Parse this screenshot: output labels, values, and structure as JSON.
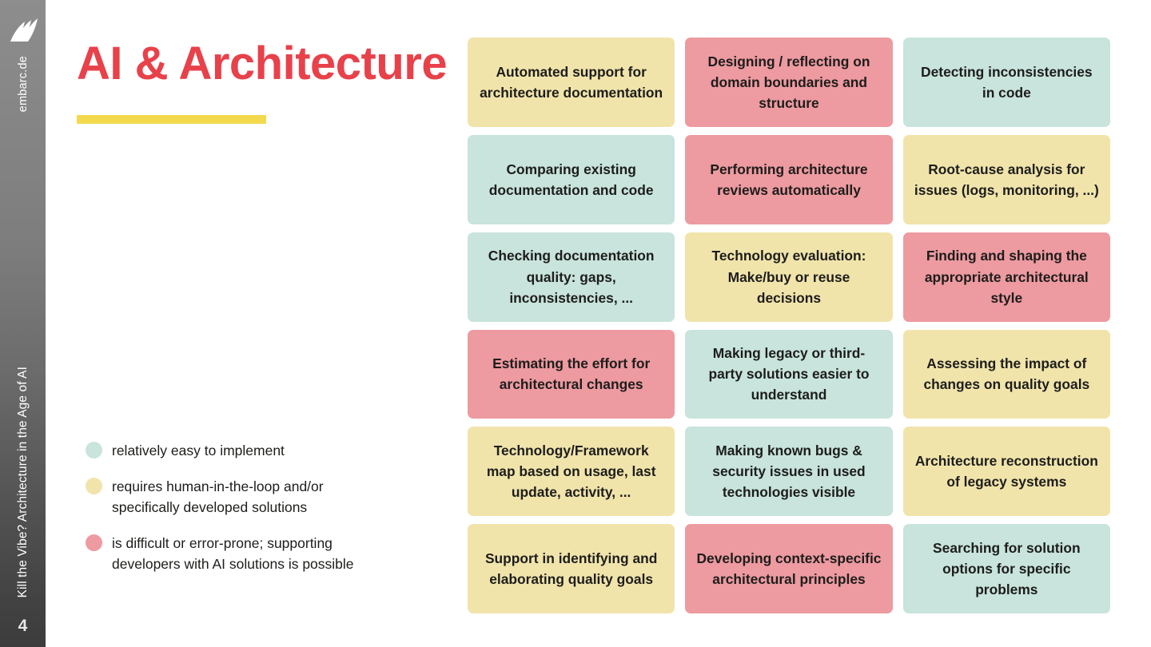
{
  "sidebar": {
    "logo_name": "embarc-sail-logo",
    "url": "embarc.de",
    "deck_subtitle": "Kill the Vibe? Architecture in the Age of AI",
    "page_number": "4",
    "gradient_top": "#8d8d8d",
    "gradient_bottom": "#3c3c3c"
  },
  "slide": {
    "title": "AI & Architecture",
    "title_color": "#e8414a",
    "rule_color": "#f2d94e"
  },
  "colors": {
    "easy": "#c8e4dc",
    "human_in_loop": "#f1e4ab",
    "difficult": "#ed9aa1"
  },
  "legend": {
    "items": [
      {
        "key": "easy",
        "color": "#c8e4dc",
        "label": "relatively easy to implement"
      },
      {
        "key": "human_in_loop",
        "color": "#f1e4ab",
        "label": "requires human-in-the-loop and/or specifically developed solutions"
      },
      {
        "key": "difficult",
        "color": "#ed9aa1",
        "label": "is difficult or error-prone; supporting developers with AI solutions is possible"
      }
    ]
  },
  "grid": {
    "columns": 3,
    "rows": 6,
    "cards": [
      {
        "text": "Automated support for architecture documentation",
        "category": "human_in_loop",
        "color": "#f1e4ab"
      },
      {
        "text": "Designing / reflecting on domain boundaries and structure",
        "category": "difficult",
        "color": "#ed9aa1"
      },
      {
        "text": "Detecting inconsistencies in code",
        "category": "easy",
        "color": "#c8e4dc"
      },
      {
        "text": "Comparing existing documentation and code",
        "category": "easy",
        "color": "#c8e4dc"
      },
      {
        "text": "Performing architecture reviews automatically",
        "category": "difficult",
        "color": "#ed9aa1"
      },
      {
        "text": "Root-cause analysis for issues (logs, monitoring, ...)",
        "category": "human_in_loop",
        "color": "#f1e4ab"
      },
      {
        "text": "Checking documentation quality: gaps, inconsistencies, ...",
        "category": "easy",
        "color": "#c8e4dc"
      },
      {
        "text": "Technology evaluation: Make/buy or reuse decisions",
        "category": "human_in_loop",
        "color": "#f1e4ab"
      },
      {
        "text": "Finding and shaping the appropriate architectural style",
        "category": "difficult",
        "color": "#ed9aa1"
      },
      {
        "text": "Estimating the effort for architectural changes",
        "category": "difficult",
        "color": "#ed9aa1"
      },
      {
        "text": "Making legacy or third-party solutions easier to understand",
        "category": "easy",
        "color": "#c8e4dc"
      },
      {
        "text": "Assessing the impact of changes on quality goals",
        "category": "human_in_loop",
        "color": "#f1e4ab"
      },
      {
        "text": "Technology/Framework map based on usage, last update, activity, ...",
        "category": "human_in_loop",
        "color": "#f1e4ab"
      },
      {
        "text": "Making known bugs & security issues in used technologies visible",
        "category": "easy",
        "color": "#c8e4dc"
      },
      {
        "text": "Architecture reconstruction of legacy systems",
        "category": "human_in_loop",
        "color": "#f1e4ab"
      },
      {
        "text": "Support in identifying and elaborating quality goals",
        "category": "human_in_loop",
        "color": "#f1e4ab"
      },
      {
        "text": "Developing context-specific architectural principles",
        "category": "difficult",
        "color": "#ed9aa1"
      },
      {
        "text": "Searching for solution options for specific problems",
        "category": "easy",
        "color": "#c8e4dc"
      }
    ]
  }
}
